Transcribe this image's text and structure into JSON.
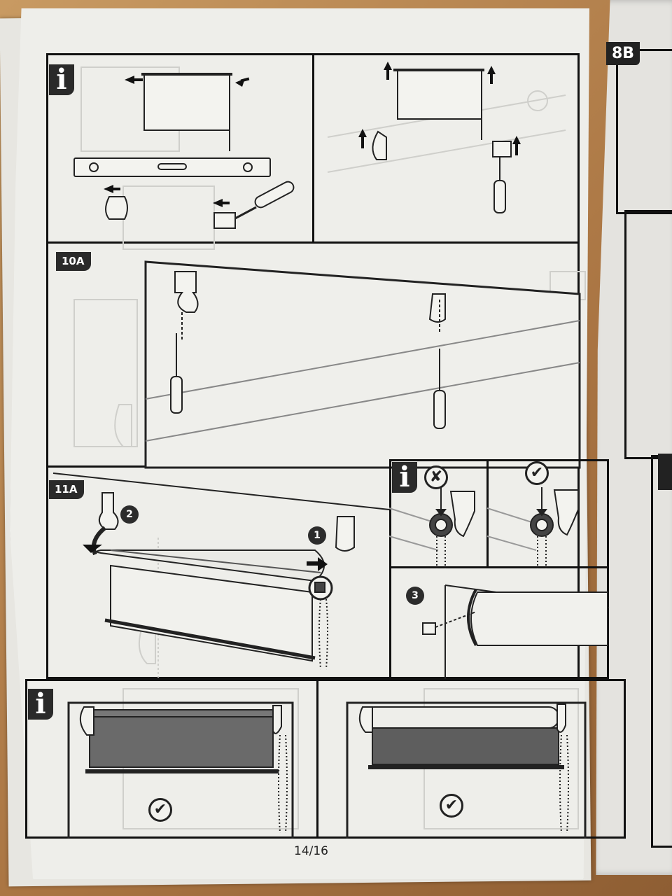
{
  "page": {
    "page_number": "14/16",
    "next_page_label": "8B"
  },
  "steps": {
    "info_label": "i",
    "step_10a": "10A",
    "step_11a": "11A",
    "marker_1": "1",
    "marker_2": "2",
    "marker_3": "3"
  },
  "symbols": {
    "check": "✔",
    "cross": "✘"
  },
  "colors": {
    "ink": "#111111",
    "paper": "#eeeeea",
    "tag": "#2a2a2a",
    "fabric": "#6a6a6a"
  }
}
